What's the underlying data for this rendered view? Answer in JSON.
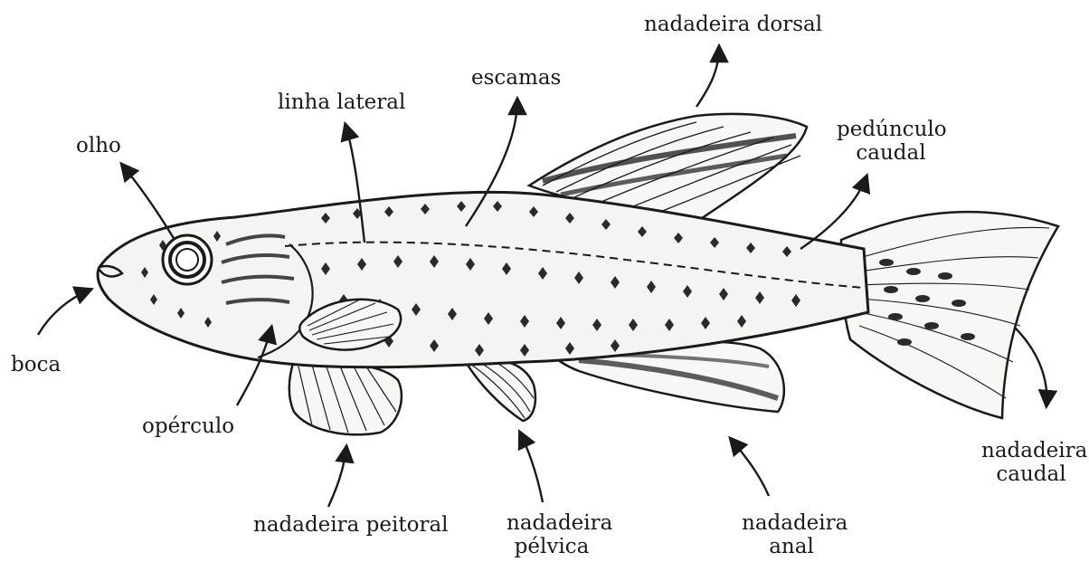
{
  "labels": {
    "dorsal_fin": "nadadeira dorsal",
    "scales": "escamas",
    "lateral_line": "linha lateral",
    "eye": "olho",
    "caudal_peduncle_1": "pedúnculo",
    "caudal_peduncle_2": "caudal",
    "mouth": "boca",
    "operculum": "opérculo",
    "pectoral_fin": "nadadeira peitoral",
    "pelvic_fin_1": "nadadeira",
    "pelvic_fin_2": "pélvica",
    "anal_fin_1": "nadadeira",
    "anal_fin_2": "anal",
    "caudal_fin_1": "nadadeira",
    "caudal_fin_2": "caudal"
  },
  "colors": {
    "ink": "#1a1a1a",
    "body_fill": "#f4f4f2",
    "spot": "#2a2a2a"
  }
}
